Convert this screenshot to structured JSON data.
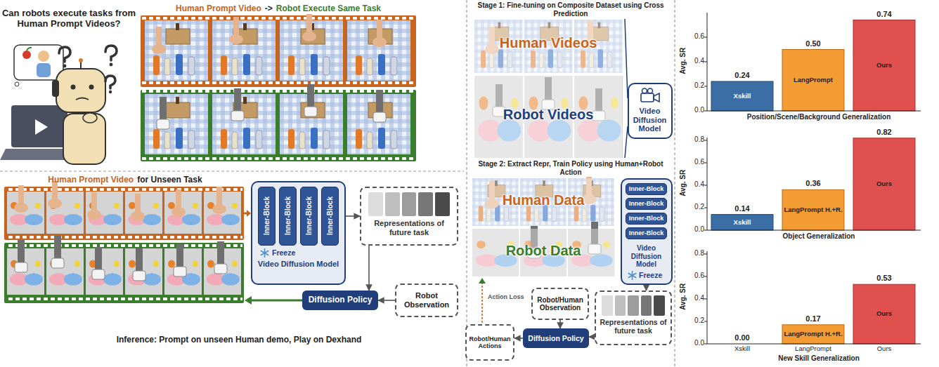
{
  "diagram": {
    "nodes": [
      {
        "text": [
          "Video Diffusion Model",
          "Freeze"
        ]
      },
      {
        "text": [
          "Inner-Block"
        ],
        "in": 0
      },
      {
        "text": [
          "Inner-Block"
        ],
        "in": 0
      },
      {
        "text": [
          "Inner-Block"
        ],
        "in": 0
      },
      {
        "text": [
          "Inner-Block"
        ],
        "in": 0
      },
      {
        "text": [
          "Representations of future task"
        ]
      },
      {
        "text": [
          "Diffusion Policy"
        ]
      },
      {
        "text": [
          "Robot Observation"
        ]
      },
      {
        "text": [
          "Video Diffusion Model"
        ]
      },
      {
        "text": [
          "Video Diffusion Model",
          "Freeze"
        ]
      },
      {
        "text": [
          "Inner-Block"
        ],
        "in": 9
      },
      {
        "text": [
          "Inner-Block"
        ],
        "in": 9
      },
      {
        "text": [
          "Inner-Block"
        ],
        "in": 9
      },
      {
        "text": [
          "Inner-Block"
        ],
        "in": 9
      },
      {
        "text": [
          "Representations of future task"
        ]
      },
      {
        "text": [
          "Robot/Human Observation"
        ]
      },
      {
        "text": [
          "Diffusion Policy"
        ]
      },
      {
        "text": [
          "Robot/Human Actions"
        ]
      }
    ],
    "edges": [
      {
        "from": 0,
        "to": 5,
        "arrow": "to"
      },
      {
        "from": 5,
        "to": 6,
        "arrow": "to"
      },
      {
        "from": 7,
        "to": 6,
        "arrow": "to"
      },
      {
        "from": 9,
        "to": 14,
        "arrow": "to"
      },
      {
        "from": 14,
        "to": 16,
        "arrow": "to"
      },
      {
        "from": 15,
        "to": 16,
        "arrow": "to"
      },
      {
        "from": 16,
        "to": 17,
        "arrow": "to"
      }
    ],
    "labels": [
      "Can robots execute tasks from Human Prompt Videos?",
      "Human Prompt Video",
      "->",
      "Robot Execute Same Task",
      "Human Prompt Video",
      "for Unseen Task",
      "Inference: Prompt on unseen Human demo, Play on Dexhand",
      "Stage 1: Fine-tuning on Composite Dataset using Cross Prediction",
      "Human Videos",
      "Robot Videos",
      "Stage 2: Extract Repr, Train Policy using Human+Robot Action",
      "Human Data",
      "Robot Data",
      "Action Loss",
      "Avg. SR",
      "0.0",
      "0.2",
      "0.4",
      "0.6",
      "0.24",
      "0.50",
      "0.74",
      "Xskill",
      "LangPrompt",
      "Ours",
      "Position/Scene/Background Generalization",
      "Avg. SR",
      "0.0",
      "0.2",
      "0.4",
      "0.6",
      "0.8",
      "0.14",
      "0.36",
      "0.82",
      "Xskill",
      "LangPrompt H.+R.",
      "Ours",
      "Object Generalization",
      "Avg. SR",
      "0.0",
      "0.2",
      "0.4",
      "0.6",
      "0.8",
      "0.00",
      "0.17",
      "0.53",
      "LangPrompt H.+R.",
      "Ours",
      "Xskill",
      "LangPrompt",
      "Ours",
      "New Skill Generalization"
    ]
  }
}
